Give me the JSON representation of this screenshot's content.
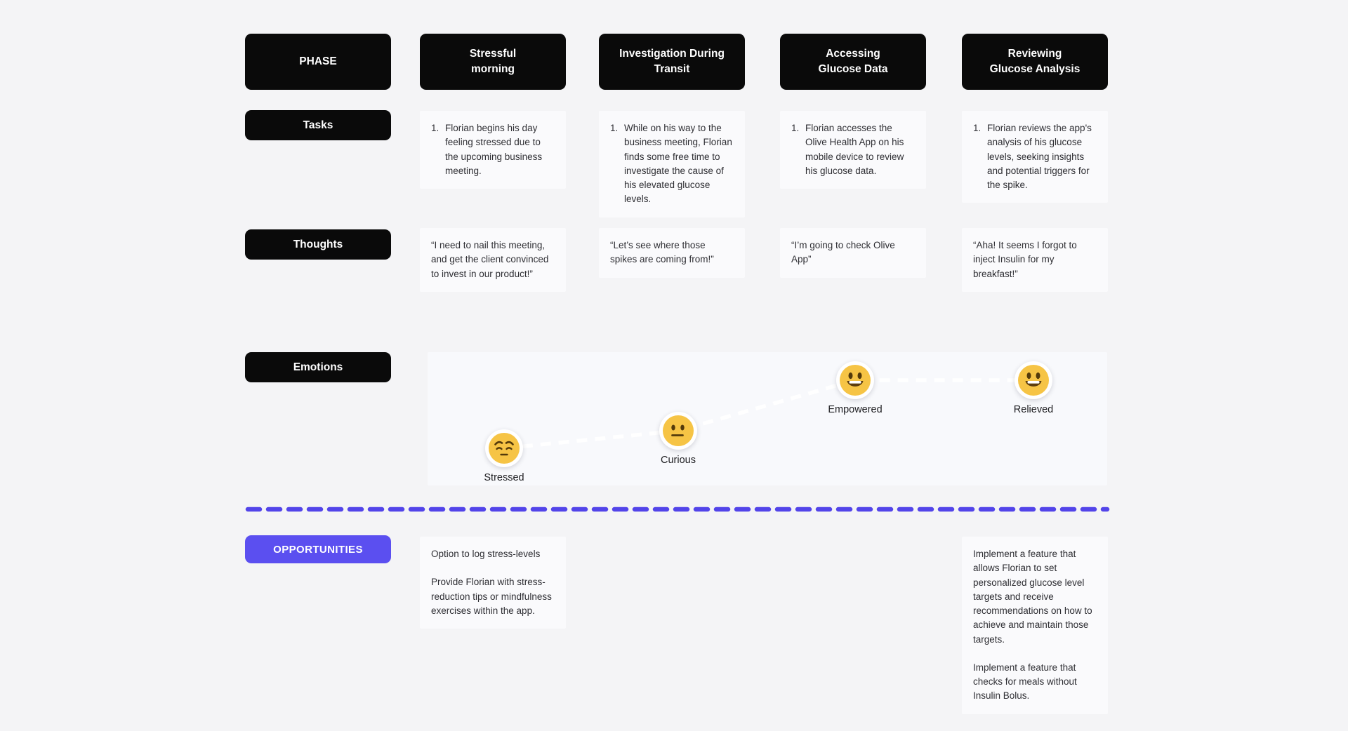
{
  "header": {
    "phase_label": "PHASE",
    "phases": [
      "Stressful\nmorning",
      "Investigation During\nTransit",
      "Accessing\nGlucose Data",
      "Reviewing\nGlucose Analysis"
    ]
  },
  "rows": {
    "tasks": {
      "label": "Tasks",
      "cells": [
        {
          "number": "1.",
          "text": "Florian begins his day feeling stressed due to the upcoming business meeting."
        },
        {
          "number": "1.",
          "text": "While on his way to the business meeting, Florian finds some free time to investigate the cause of his elevated glucose levels."
        },
        {
          "number": "1.",
          "text": "Florian accesses the Olive Health App on his mobile device to review his glucose data."
        },
        {
          "number": "1.",
          "text": "Florian reviews the app's analysis of his glucose levels, seeking insights and potential triggers for the spike."
        }
      ]
    },
    "thoughts": {
      "label": "Thoughts",
      "cells": [
        "“I need to nail this meeting, and get the client convinced to invest in our product!”",
        "“Let’s see where those spikes are coming from!”",
        "“I’m going to check Olive App”",
        "“Aha! It seems I forgot to inject Insulin for my breakfast!”"
      ]
    },
    "emotions": {
      "label": "Emotions",
      "points": [
        {
          "name": "Stressed",
          "face": "pensive-face"
        },
        {
          "name": "Curious",
          "face": "neutral-face"
        },
        {
          "name": "Empowered",
          "face": "grinning-face"
        },
        {
          "name": "Relieved",
          "face": "grinning-face"
        }
      ]
    },
    "opportunities": {
      "label": "OPPORTUNITIES",
      "cells": [
        {
          "paragraphs": [
            "Option to log stress-levels",
            "Provide Florian with stress-reduction tips or mindfulness exercises within the app."
          ]
        },
        {
          "paragraphs": [
            "Implement a feature that allows Florian to set personalized glucose level targets and receive recommendations on how to achieve and maintain those targets.",
            "Implement a feature that checks for meals without Insulin Bolus."
          ]
        }
      ]
    }
  },
  "colors": {
    "pill_black": "#0a0a0a",
    "accent_purple": "#5b4ff0",
    "divider_purple": "#5244e9",
    "emoji_yellow": "#f6c445",
    "panel_background": "#f8f9fc",
    "page_background": "#f4f4f6"
  }
}
